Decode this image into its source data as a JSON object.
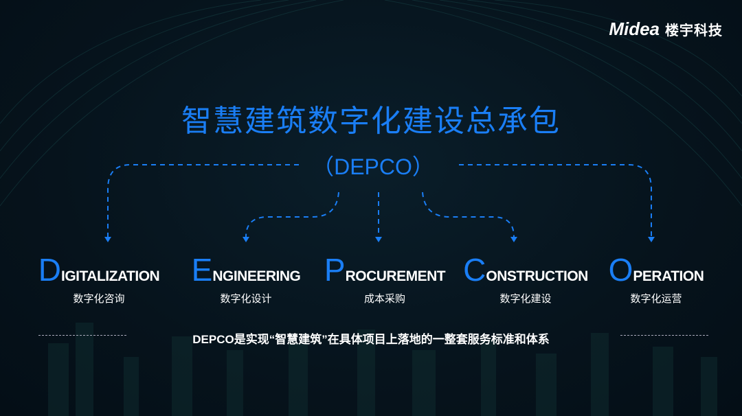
{
  "logo": {
    "brand": "Midea",
    "name": "楼宇科技"
  },
  "title": "智慧建筑数字化建设总承包",
  "subtitle": "（DEPCO）",
  "items": [
    {
      "initial": "D",
      "rest": "IGITALIZATION",
      "cn": "数字化咨询"
    },
    {
      "initial": "E",
      "rest": "NGINEERING",
      "cn": "数字化设计"
    },
    {
      "initial": "P",
      "rest": "ROCUREMENT",
      "cn": "成本采购"
    },
    {
      "initial": "C",
      "rest": "ONSTRUCTION",
      "cn": "数字化建设"
    },
    {
      "initial": "O",
      "rest": "PERATION",
      "cn": "数字化运营"
    }
  ],
  "summary": "DEPCO是实现“智慧建筑”在具体项目上落地的一整套服务标准和体系",
  "colors": {
    "accent": "#1a7ef5",
    "background": "#06131c"
  }
}
